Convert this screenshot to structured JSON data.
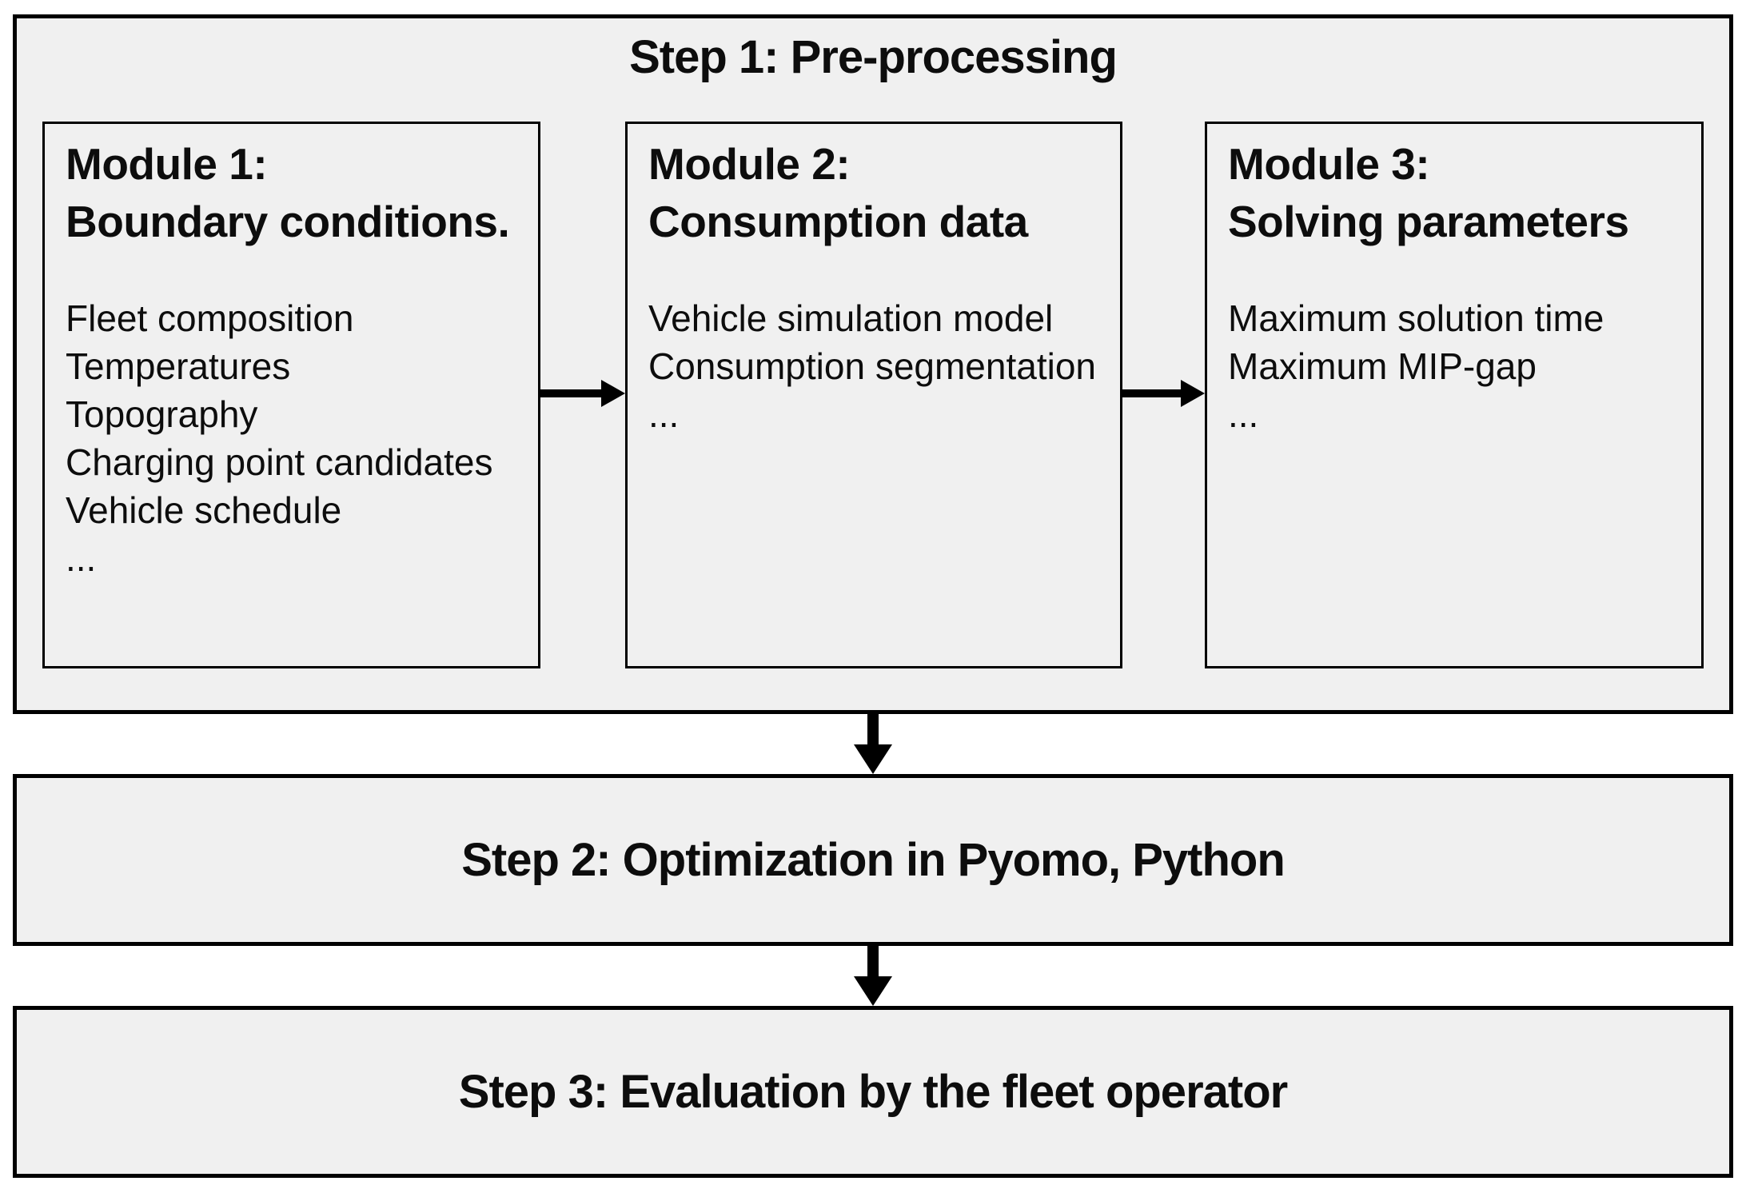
{
  "figure": {
    "background_color": "#ffffff",
    "box_fill_color": "#f0f0f0",
    "border_color": "#000000",
    "text_color": "#0d0d0d"
  },
  "step1": {
    "title": "Step 1: Pre-processing",
    "modules": [
      {
        "title_line1": "Module 1:",
        "title_line2": "Boundary conditions.",
        "items": [
          "Fleet composition",
          "Temperatures",
          "Topography",
          "Charging point candidates",
          "Vehicle schedule",
          "..."
        ]
      },
      {
        "title_line1": "Module 2:",
        "title_line2": "Consumption data",
        "items": [
          "Vehicle simulation model",
          "Consumption segmentation",
          "..."
        ]
      },
      {
        "title_line1": "Module 3:",
        "title_line2": "Solving parameters",
        "items": [
          "Maximum solution time",
          "Maximum MIP-gap",
          "..."
        ]
      }
    ]
  },
  "step2": {
    "title": "Step 2: Optimization in Pyomo, Python"
  },
  "step3": {
    "title": "Step 3: Evaluation by the fleet operator"
  },
  "icons": {
    "module_flow": "arrow-right-icon",
    "step_flow": "arrow-down-icon"
  }
}
